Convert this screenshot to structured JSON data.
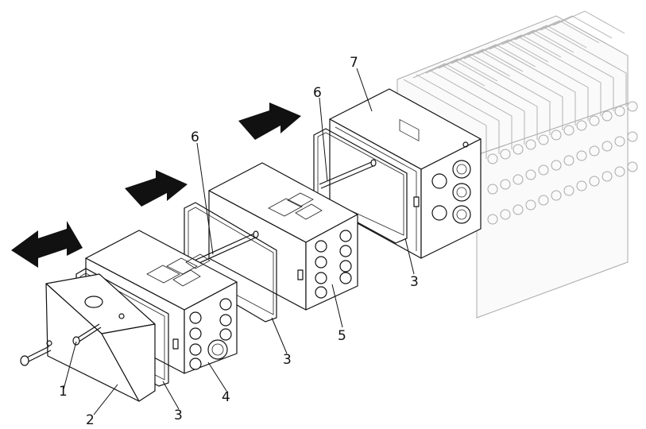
{
  "callouts": [
    {
      "id": "1",
      "text": "1"
    },
    {
      "id": "2",
      "text": "2"
    },
    {
      "id": "3a",
      "text": "3"
    },
    {
      "id": "4",
      "text": "4"
    },
    {
      "id": "3b",
      "text": "3"
    },
    {
      "id": "5",
      "text": "5"
    },
    {
      "id": "3c",
      "text": "3"
    },
    {
      "id": "6a",
      "text": "6"
    },
    {
      "id": "6b",
      "text": "6"
    },
    {
      "id": "7",
      "text": "7"
    }
  ],
  "colors": {
    "line": "#111111",
    "valves": "#a9a9a9",
    "background": "#ffffff"
  }
}
